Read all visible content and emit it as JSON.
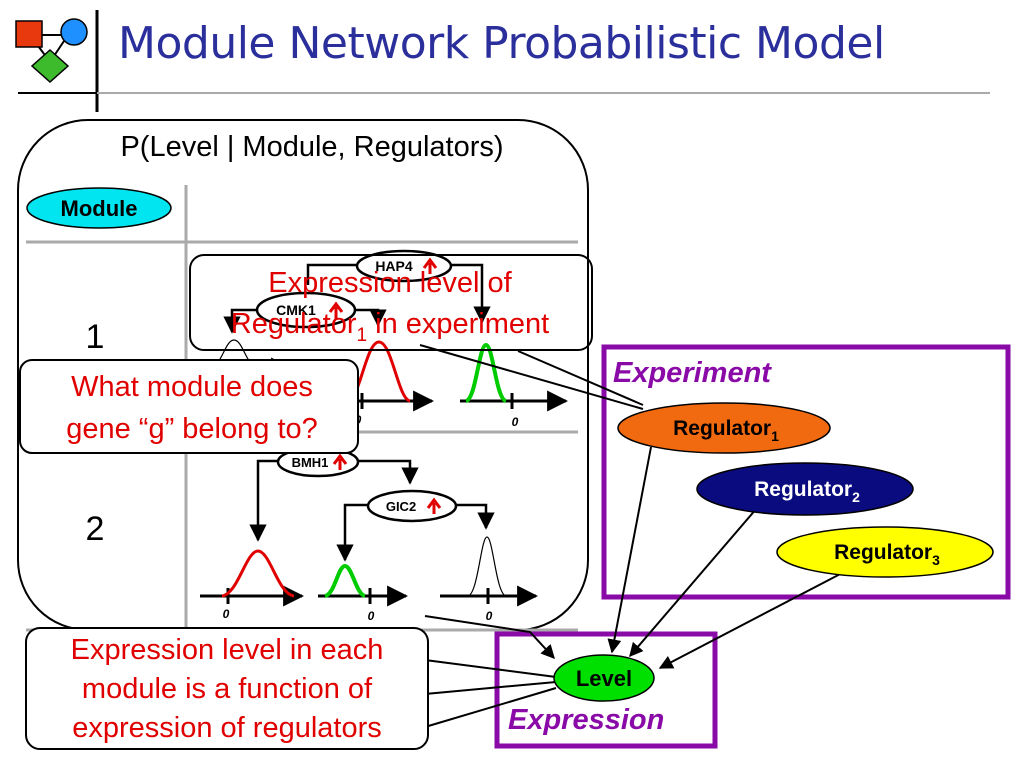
{
  "slide": {
    "title": "Module Network Probabilistic Model",
    "formula": "P(Level | Module, Regulators)",
    "module_header": "Module",
    "module_rows": [
      {
        "label": "1",
        "genes": [
          "HAP4",
          "CMK1"
        ]
      },
      {
        "label": "2",
        "genes": [
          "BMH1",
          "GIC2"
        ]
      }
    ],
    "zero_label": "0",
    "callouts": {
      "regulator_expression": {
        "line1": "Expression level of",
        "line2_prefix": "Regulator",
        "line2_sub": "1",
        "line2_suffix": " in experiment"
      },
      "module_question": {
        "line1": "What module does",
        "line2": "gene “g” belong to?"
      },
      "level_function": {
        "line1": "Expression level in each",
        "line2": "module is a function of",
        "line3": "expression of regulators"
      }
    },
    "experiment_box": {
      "label": "Experiment"
    },
    "expression_box": {
      "label": "Expression"
    },
    "regulators": [
      {
        "name": "Regulator",
        "sub": "1",
        "color": "#f26a10"
      },
      {
        "name": "Regulator",
        "sub": "2",
        "color": "#0b0b80"
      },
      {
        "name": "Regulator",
        "sub": "3",
        "color": "#ffff00"
      }
    ],
    "level_node": {
      "label": "Level",
      "color": "#00e000"
    },
    "colors": {
      "title": "#2b2f9c",
      "callout_text": "#e00000",
      "box_border": "#8a0aa8",
      "module_oval": "#00e5f0",
      "curve_red": "#e00000",
      "curve_green": "#00cc00",
      "arrow_up": "#e00000"
    }
  }
}
